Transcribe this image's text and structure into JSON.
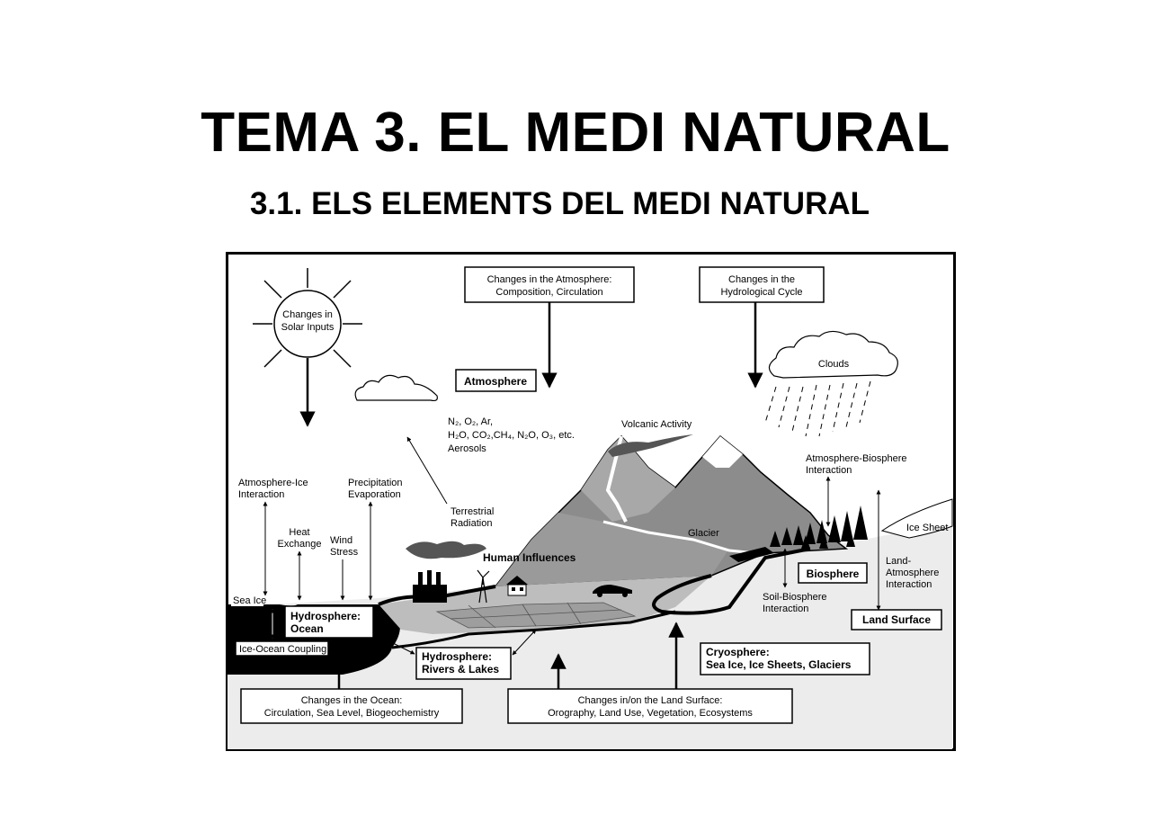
{
  "title": "TEMA 3. EL MEDI NATURAL",
  "subtitle": "3.1. ELS ELEMENTS DEL MEDI NATURAL",
  "diagram": {
    "solar": [
      "Changes in",
      "Solar Inputs"
    ],
    "atm_changes": [
      "Changes in the Atmosphere:",
      "Composition, Circulation"
    ],
    "hydro_changes": [
      "Changes in the",
      "Hydrological Cycle"
    ],
    "atmosphere": "Atmosphere",
    "clouds": "Clouds",
    "gases": [
      "N₂, O₂, Ar,",
      "H₂O, CO₂,CH₄, N₂O, O₃, etc.",
      "Aerosols"
    ],
    "volcanic": "Volcanic Activity",
    "atm_bio": [
      "Atmosphere-Biosphere",
      "Interaction"
    ],
    "atm_ice": [
      "Atmosphere-Ice",
      "Interaction"
    ],
    "precip": [
      "Precipitation",
      "Evaporation"
    ],
    "terrestrial": [
      "Terrestrial",
      "Radiation"
    ],
    "heat": [
      "Heat",
      "Exchange"
    ],
    "wind": [
      "Wind",
      "Stress"
    ],
    "glacier": "Glacier",
    "ice_sheet": "Ice Sheet",
    "human": "Human Influences",
    "biosphere": "Biosphere",
    "land_atm": [
      "Land-",
      "Atmosphere",
      "Interaction"
    ],
    "sea_ice": "Sea Ice",
    "hydro_ocean": [
      "Hydrosphere:",
      "Ocean"
    ],
    "soil_bio": [
      "Soil-Biosphere",
      "Interaction"
    ],
    "land_surface": "Land Surface",
    "ice_ocean": "Ice-Ocean Coupling",
    "hydro_rivers": [
      "Hydrosphere:",
      "Rivers & Lakes"
    ],
    "cryosphere": [
      "Cryosphere:",
      "Sea Ice, Ice Sheets, Glaciers"
    ],
    "ocean_changes": [
      "Changes in the Ocean:",
      "Circulation, Sea Level, Biogeochemistry"
    ],
    "land_changes": [
      "Changes in/on the Land Surface:",
      "Orography, Land Use, Vegetation, Ecosystems"
    ]
  }
}
